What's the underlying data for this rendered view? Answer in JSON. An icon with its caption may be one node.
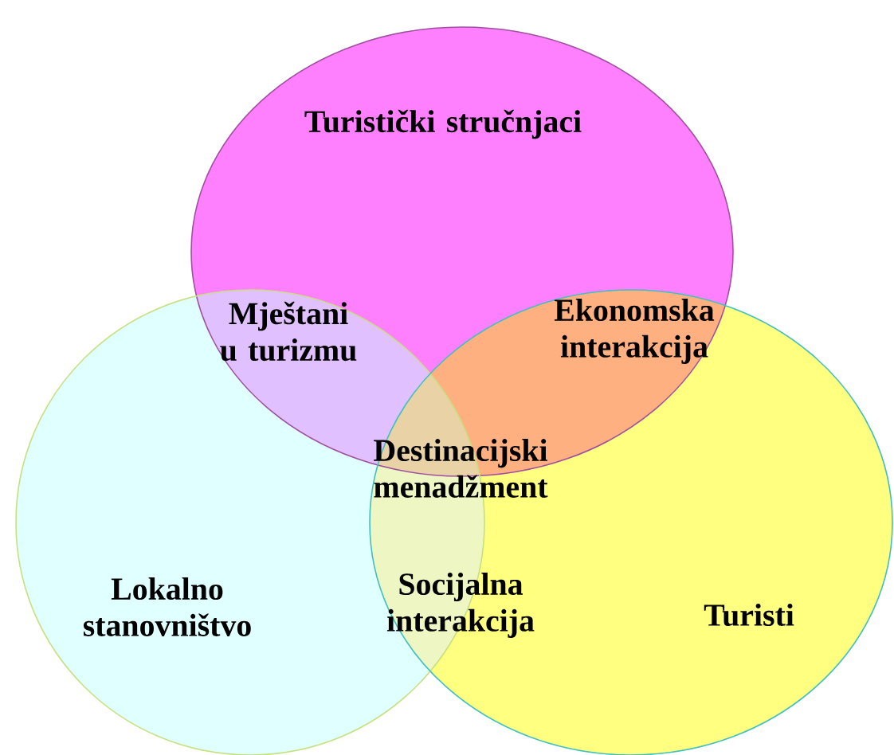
{
  "diagram": {
    "nodes": [
      {
        "text": [
          "Turistički stručnjaci"
        ]
      },
      {
        "text": [
          "Lokalno stanovništvo"
        ]
      },
      {
        "text": [
          "Turisti"
        ]
      }
    ],
    "labels": [
      "Mještani u turizmu",
      "Ekonomska interakcija",
      "Destinacijski menadžment",
      "Socijalna interakcija"
    ]
  }
}
